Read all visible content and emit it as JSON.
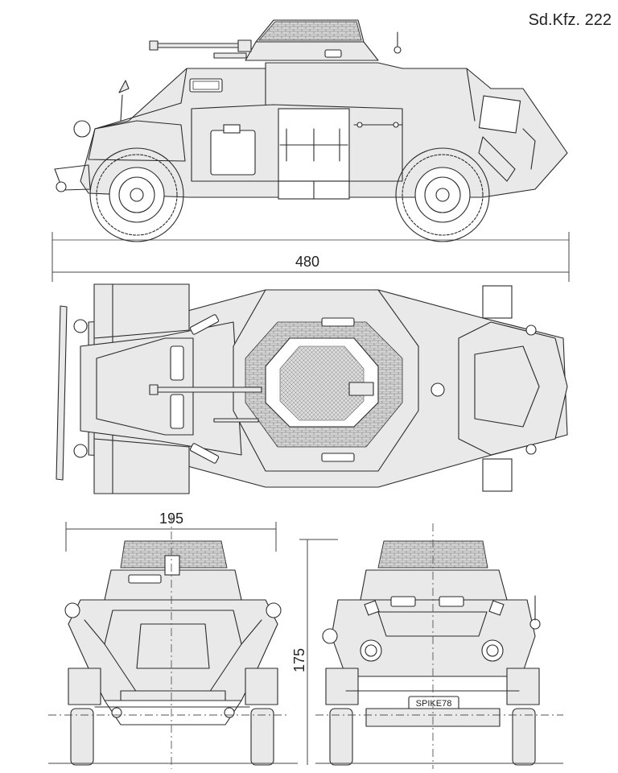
{
  "title": "Sd.Kfz. 222",
  "dimensions": {
    "length": "480",
    "width": "195",
    "height": "175"
  },
  "plate": "SPIKE78"
}
